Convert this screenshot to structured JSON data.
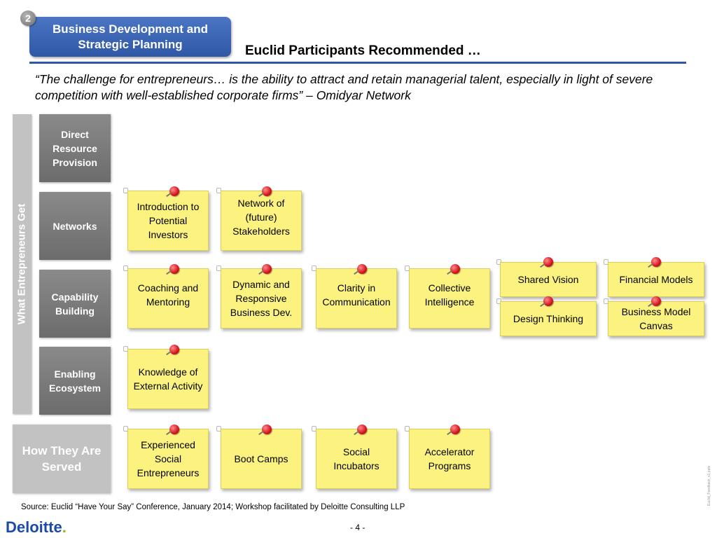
{
  "header": {
    "step_number": "2",
    "section_title": "Business Development and Strategic Planning",
    "page_title": "Euclid Participants Recommended …"
  },
  "quote": "“The challenge for entrepreneurs… is the ability to attract and retain managerial talent, especially in light of severe competition with well-established corporate firms” – Omidyar Network",
  "side_label": "What Entrepreneurs Get",
  "categories": {
    "direct_resource_provision": "Direct Resource Provision",
    "networks": "Networks",
    "capability_building": "Capability Building",
    "enabling_ecosystem": "Enabling Ecosystem",
    "how_they_are_served": "How They Are Served"
  },
  "notes": {
    "networks": [
      "Introduction to Potential Investors",
      "Network of (future) Stakeholders"
    ],
    "capability": [
      "Coaching and Mentoring",
      "Dynamic and Responsive Business Dev.",
      "Clarity in Communication",
      "Collective Intelligence",
      "Shared Vision",
      "Financial Models",
      "Design Thinking",
      "Business Model Canvas"
    ],
    "ecosystem": [
      "Knowledge of External Activity"
    ],
    "served": [
      "Experienced Social Entrepreneurs",
      "Boot Camps",
      "Social Incubators",
      "Accelerator Programs"
    ]
  },
  "footer": {
    "source": "Source: Euclid “Have Your Say” Conference, January 2014; Workshop facilitated by Deloitte Consulting LLP",
    "page_number": "- 4 -",
    "logo_text": "Deloitte",
    "logo_dot": ".",
    "file_code": "Euclid_Feedback_v1.pptx"
  },
  "colors": {
    "header_blue": "#2f57a6",
    "sticky_yellow": "#fcf27f",
    "category_gray": "#7a7a7a",
    "pin_red": "#d4141d",
    "logo_green": "#86bc25"
  }
}
